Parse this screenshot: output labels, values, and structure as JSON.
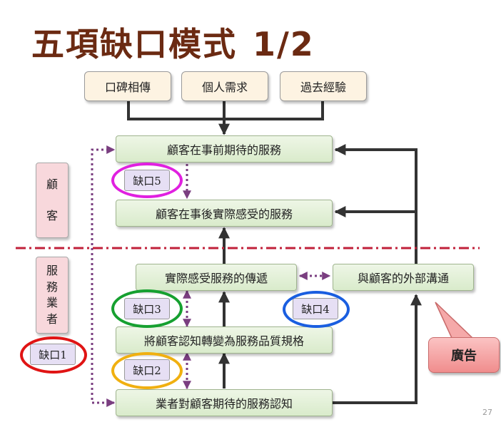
{
  "title": "五項缺口模式",
  "page_fraction": "1/2",
  "sources": [
    "口碑相傳",
    "個人需求",
    "過去經驗"
  ],
  "customer_label": [
    "顧",
    "客"
  ],
  "provider_label": [
    "服",
    "務",
    "業",
    "者"
  ],
  "boxes": {
    "expected_service": "顧客在事前期待的服務",
    "perceived_service": "顧客在事後實際感受的服務",
    "service_delivery": "實際感受服務的傳遞",
    "external_comm": "與顧客的外部溝通",
    "quality_specs": "將顧客認知轉變為服務品質規格",
    "management_perception": "業者對顧客期待的服務認知"
  },
  "gaps": {
    "gap1": "缺口1",
    "gap2": "缺口2",
    "gap3": "缺口3",
    "gap4": "缺口4",
    "gap5": "缺口5"
  },
  "callout": "廣告",
  "slide_number": "27",
  "colors": {
    "title": "#6b2a12",
    "arrow": "#333333",
    "dotted_arrow": "#7a3e80",
    "divider": "#c0203a",
    "gap1_ring": "#e01414",
    "gap2_ring": "#f0b010",
    "gap3_ring": "#16a030",
    "gap4_ring": "#1a5ee0",
    "gap5_ring": "#e020e0"
  }
}
